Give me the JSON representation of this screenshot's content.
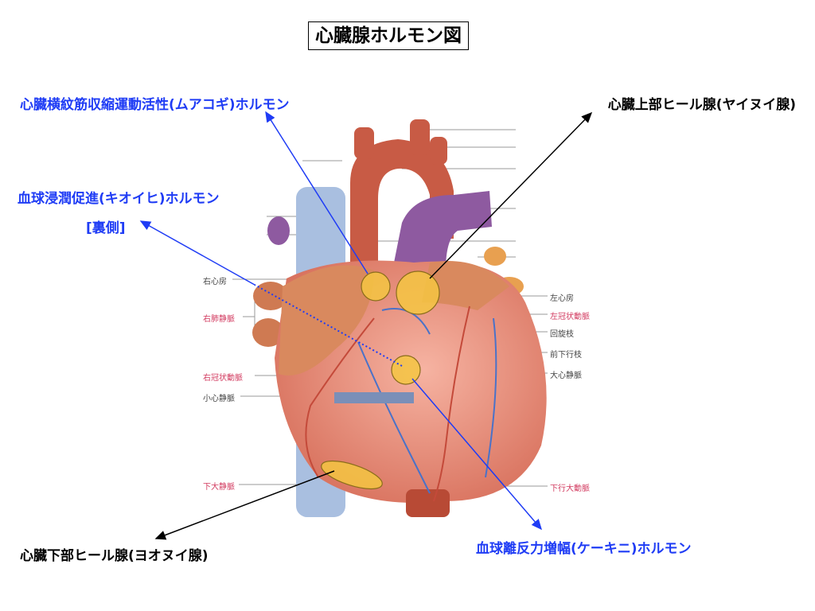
{
  "title": "心臓腺ホルモン図",
  "annotations": {
    "muakogi": "心臓横紋筋収縮運動活性(ムアコギ)ホルモン",
    "yainui": "心臓上部ヒール腺(ヤイヌイ腺)",
    "kioihi": "血球浸潤促進(キオイヒ)ホルモン",
    "kioihi_note": "[裏側]",
    "yoonui": "心臓下部ヒール腺(ヨオヌイ腺)",
    "kekini": "血球離反力増幅(ケーキニ)ホルモン"
  },
  "anatomy_labels": {
    "left": [
      "右心房",
      "右肺静脈",
      "右冠状動脈",
      "小心静脈",
      "下大静脈"
    ],
    "right": [
      "左心房",
      "左冠状動脈",
      "回旋枝",
      "前下行枝",
      "大心静脈",
      "下行大動脈"
    ]
  },
  "colors": {
    "annotation_blue": "#1f3cf5",
    "gland": "#f5c542",
    "label_red": "#d23a5f"
  }
}
